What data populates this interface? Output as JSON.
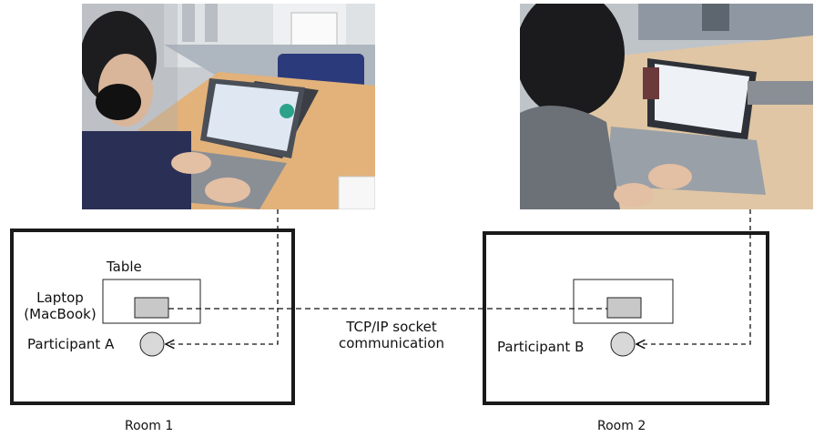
{
  "room1": {
    "table_label": "Table",
    "laptop_label_line1": "Laptop",
    "laptop_label_line2": "(MacBook)",
    "participant_label": "Participant A",
    "room_label": "Room 1"
  },
  "room2": {
    "participant_label": "Participant B",
    "room_label": "Room 2"
  },
  "connection": {
    "line1": "TCP/IP socket",
    "line2": "communication"
  }
}
